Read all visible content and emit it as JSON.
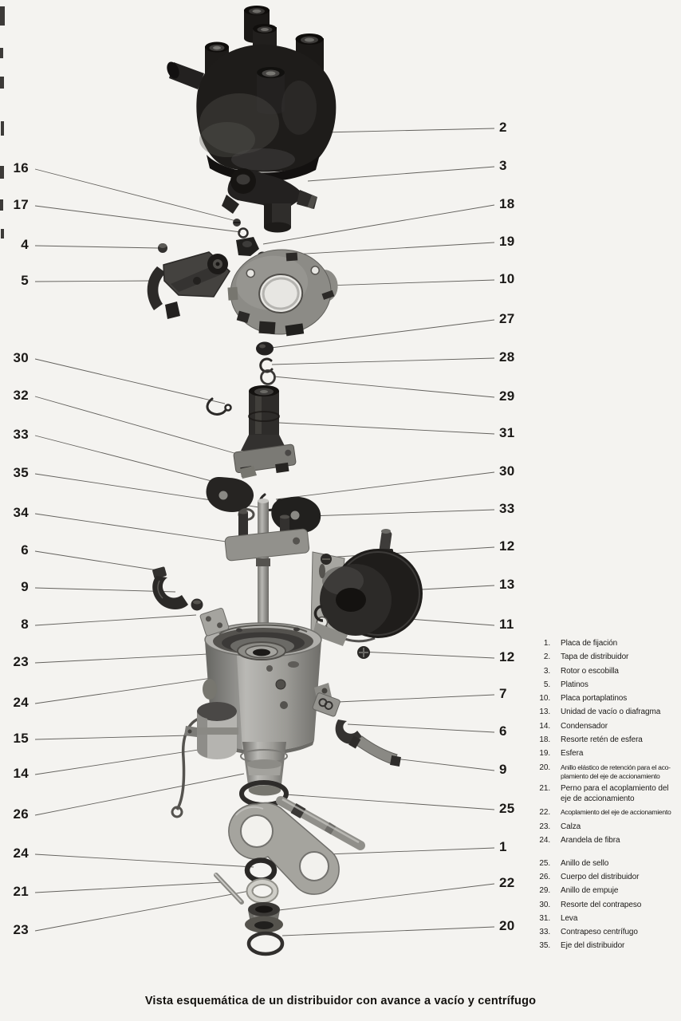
{
  "page": {
    "caption": "Vista esquemática de un distribuidor con avance a vacío y centrífugo"
  },
  "callouts": {
    "left": [
      {
        "label": "16"
      },
      {
        "label": "17"
      },
      {
        "label": "4"
      },
      {
        "label": "5"
      },
      {
        "label": "30"
      },
      {
        "label": "32"
      },
      {
        "label": "33"
      },
      {
        "label": "35"
      },
      {
        "label": "34"
      },
      {
        "label": "6"
      },
      {
        "label": "9"
      },
      {
        "label": "8"
      },
      {
        "label": "23"
      },
      {
        "label": "24"
      },
      {
        "label": "15"
      },
      {
        "label": "14"
      },
      {
        "label": "26"
      },
      {
        "label": "24"
      },
      {
        "label": "21"
      },
      {
        "label": "23"
      }
    ],
    "right": [
      {
        "label": "2"
      },
      {
        "label": "3"
      },
      {
        "label": "18"
      },
      {
        "label": "19"
      },
      {
        "label": "10"
      },
      {
        "label": "27"
      },
      {
        "label": "28"
      },
      {
        "label": "29"
      },
      {
        "label": "31"
      },
      {
        "label": "30"
      },
      {
        "label": "33"
      },
      {
        "label": "12"
      },
      {
        "label": "13"
      },
      {
        "label": "11"
      },
      {
        "label": "12"
      },
      {
        "label": "7"
      },
      {
        "label": "6"
      },
      {
        "label": "9"
      },
      {
        "label": "25"
      },
      {
        "label": "1"
      },
      {
        "label": "22"
      },
      {
        "label": "20"
      }
    ]
  },
  "legend": {
    "items": [
      {
        "num": "1.",
        "text": "Placa de fijación"
      },
      {
        "num": "2.",
        "text": "Tapa de distribuidor"
      },
      {
        "num": "3.",
        "text": "Rotor o escobilla"
      },
      {
        "num": "5.",
        "text": "Platinos"
      },
      {
        "num": "10.",
        "text": "Placa portaplatinos"
      },
      {
        "num": "13.",
        "text": "Unidad de vacío o diafragma"
      },
      {
        "num": "14.",
        "text": "Condensador"
      },
      {
        "num": "18.",
        "text": "Resorte retén de esfera"
      },
      {
        "num": "19.",
        "text": "Esfera"
      },
      {
        "num": "20.",
        "text": "Anillo elástico de retención para el aco- plamiento del eje de accionamiento"
      },
      {
        "num": "21.",
        "text": "Perno para el acoplamiento del eje de accionamiento"
      },
      {
        "num": "22.",
        "text": "Acoplamiento del eje de accionamiento"
      },
      {
        "num": "23.",
        "text": "Calza"
      },
      {
        "num": "24.",
        "text": "Arandela de fibra"
      },
      {
        "num": "25.",
        "text": "Anillo de sello"
      },
      {
        "num": "26.",
        "text": "Cuerpo del distribuidor"
      },
      {
        "num": "29.",
        "text": "Anillo de empuje"
      },
      {
        "num": "30.",
        "text": "Resorte del contrapeso"
      },
      {
        "num": "31.",
        "text": "Leva"
      },
      {
        "num": "33.",
        "text": "Contrapeso centrífugo"
      },
      {
        "num": "35.",
        "text": "Eje del distribuidor"
      }
    ]
  }
}
